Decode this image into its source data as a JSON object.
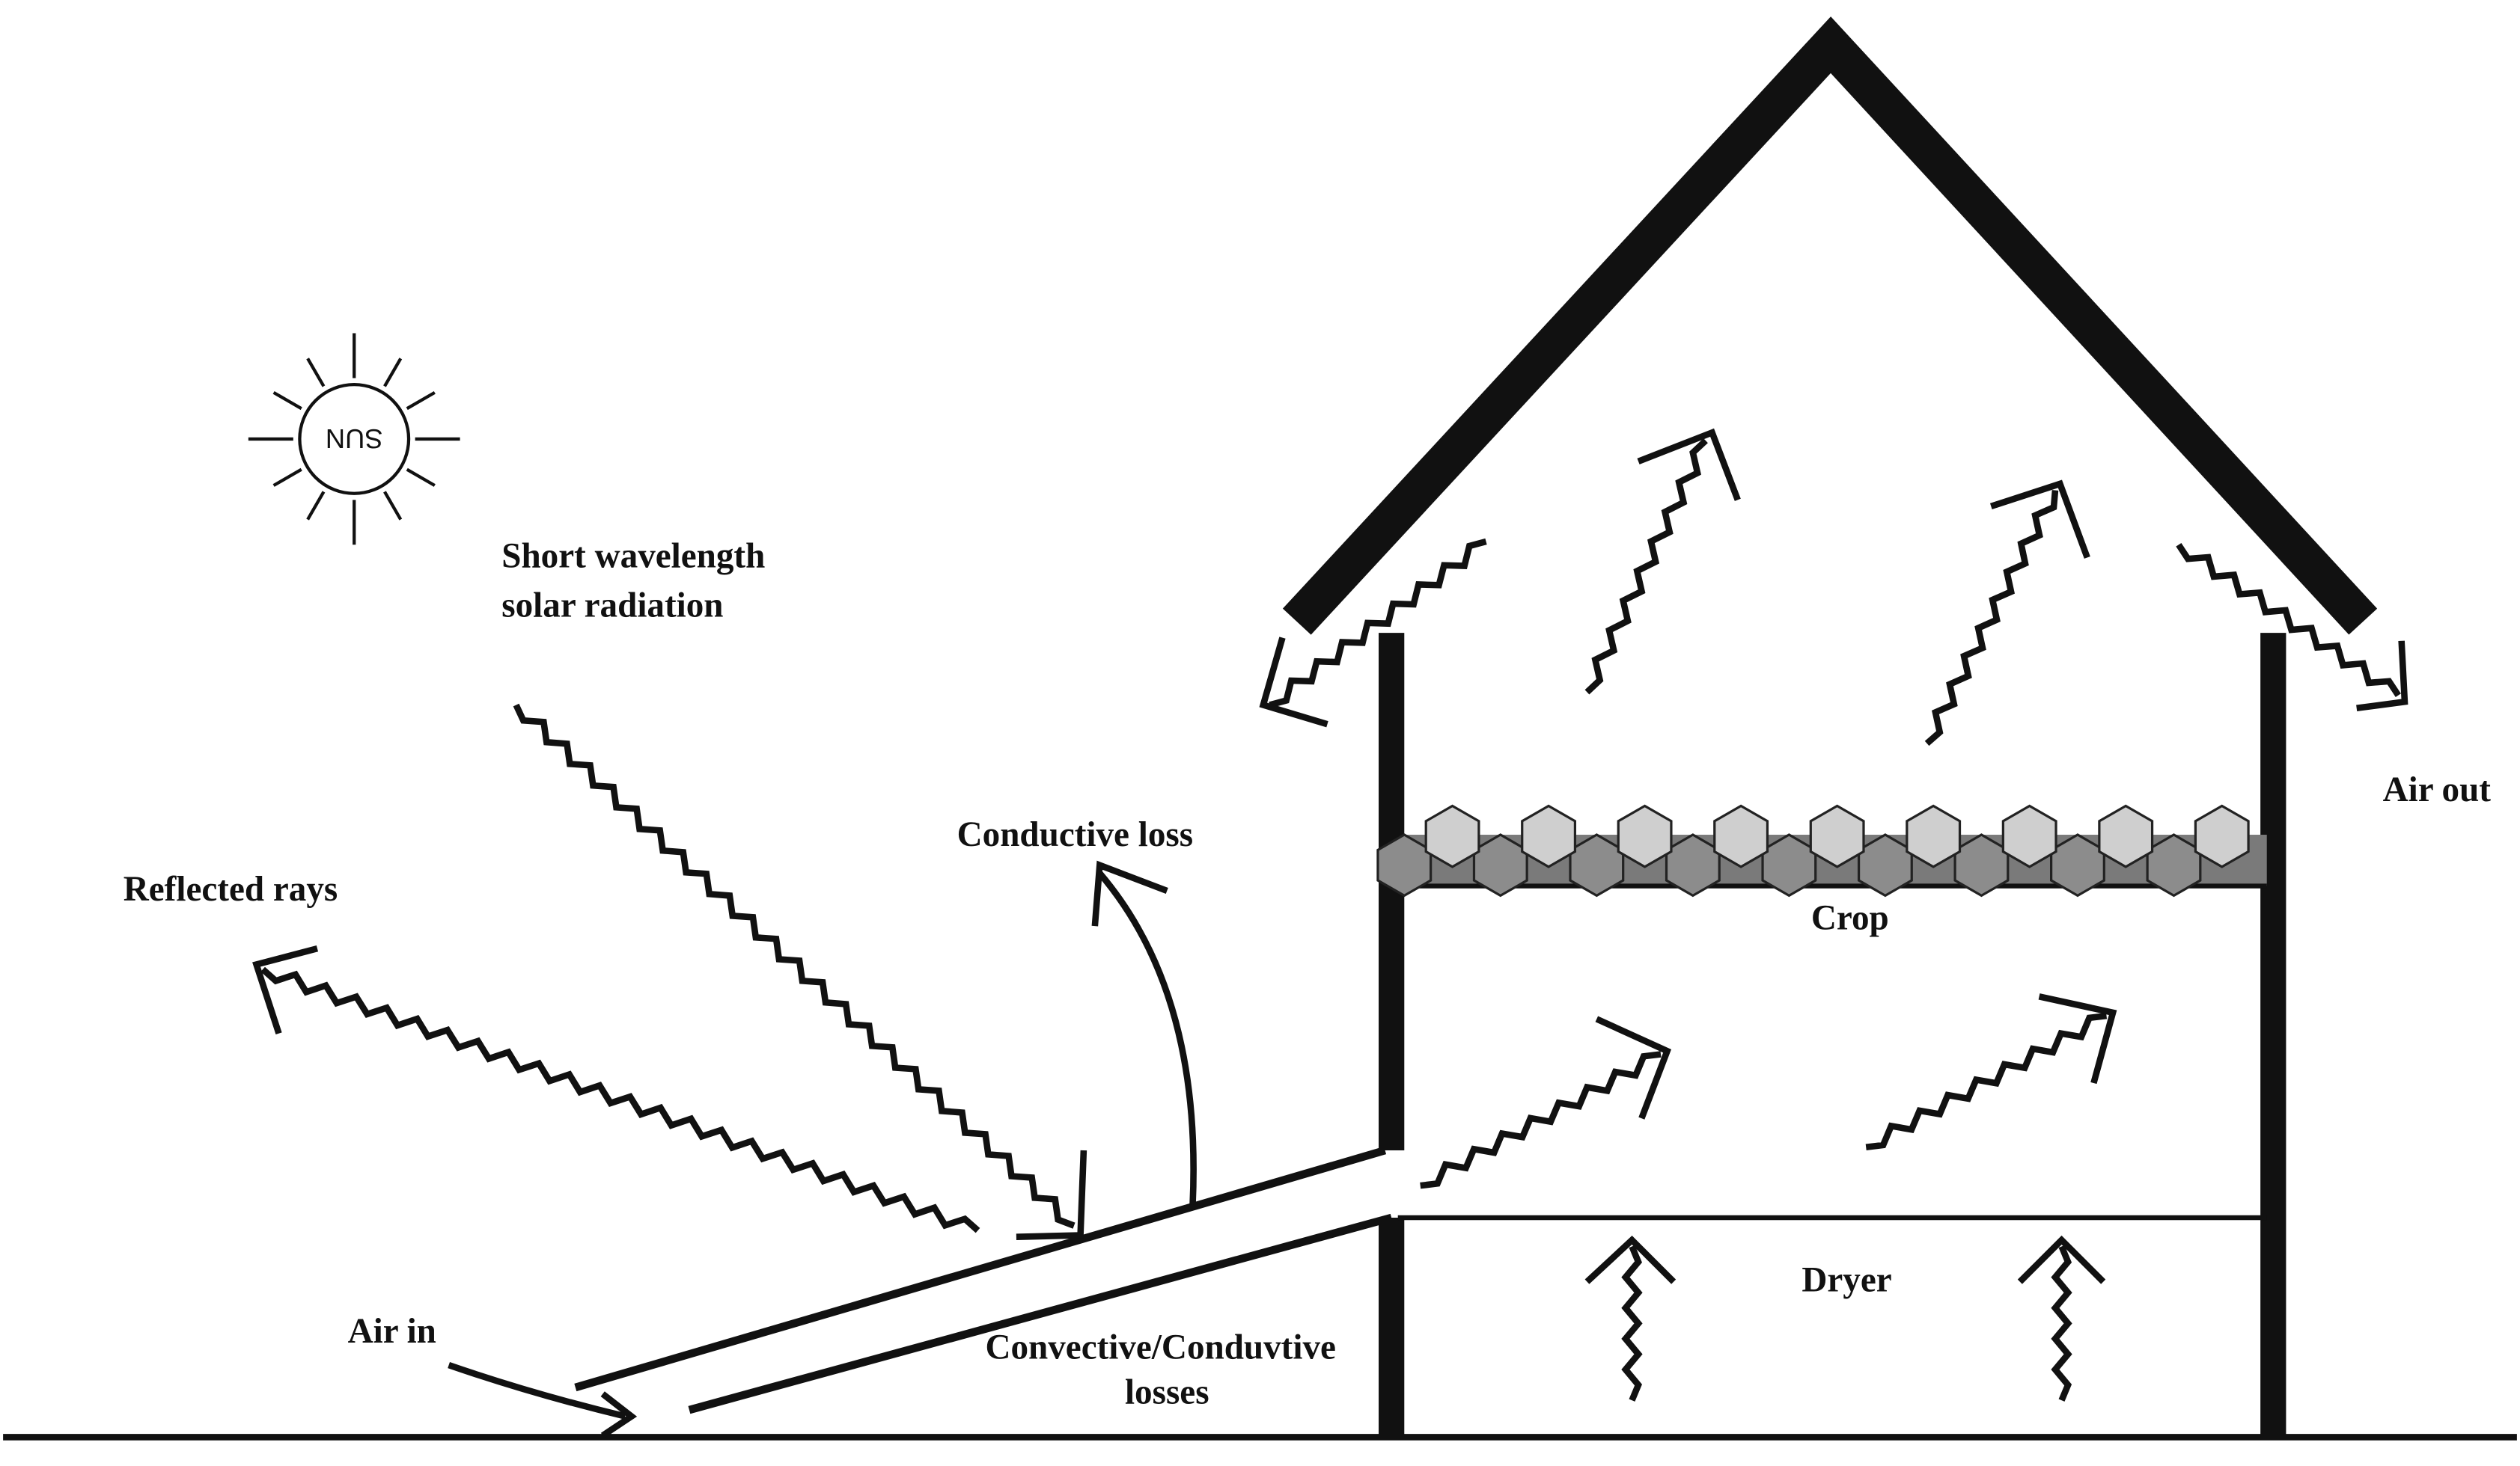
{
  "labels": {
    "sun": "SUN",
    "short_wavelength_line1": "Short wavelength",
    "short_wavelength_line2": "solar radiation",
    "reflected_rays": "Reflected rays",
    "conductive_loss": "Conductive loss",
    "air_in": "Air in",
    "convective_line1": "Convective/Conduvtive",
    "convective_line2": "losses",
    "crop": "Crop",
    "dryer": "Dryer",
    "air_out": "Air out"
  }
}
